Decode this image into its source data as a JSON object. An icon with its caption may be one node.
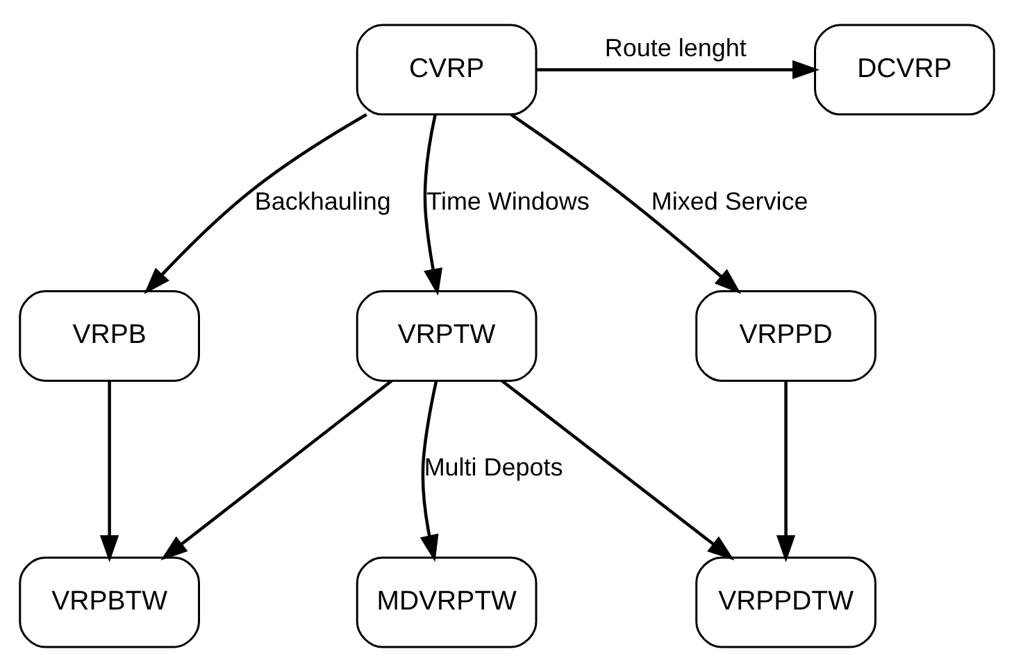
{
  "diagram": {
    "nodes": [
      {
        "text": [
          "CVRP"
        ]
      },
      {
        "text": [
          "DCVRP"
        ]
      },
      {
        "text": [
          "VRPB"
        ]
      },
      {
        "text": [
          "VRPTW"
        ]
      },
      {
        "text": [
          "VRPPD"
        ]
      },
      {
        "text": [
          "VRPBTW"
        ]
      },
      {
        "text": [
          "MDVRPTW"
        ]
      },
      {
        "text": [
          "VRPPDTW"
        ]
      }
    ],
    "edges": [
      {
        "from": 0,
        "to": 1,
        "arrow": "to",
        "label": "Route lenght"
      },
      {
        "from": 0,
        "to": 2,
        "arrow": "to",
        "label": "Backhauling"
      },
      {
        "from": 0,
        "to": 3,
        "arrow": "to",
        "label": "Time Windows"
      },
      {
        "from": 0,
        "to": 4,
        "arrow": "to",
        "label": "Mixed Service"
      },
      {
        "from": 2,
        "to": 5,
        "arrow": "to"
      },
      {
        "from": 3,
        "to": 5,
        "arrow": "to"
      },
      {
        "from": 3,
        "to": 6,
        "arrow": "to",
        "label": "Multi Depots"
      },
      {
        "from": 3,
        "to": 7,
        "arrow": "to"
      },
      {
        "from": 4,
        "to": 7,
        "arrow": "to"
      }
    ]
  }
}
